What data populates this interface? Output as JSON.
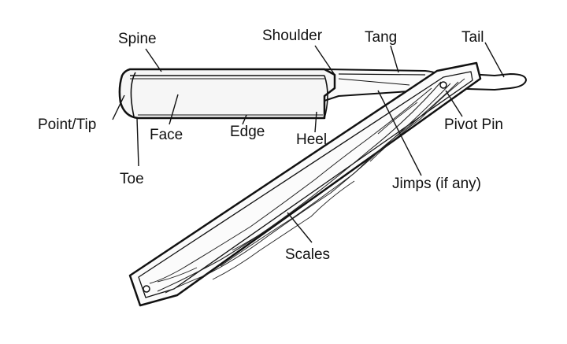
{
  "labels": {
    "spine": "Spine",
    "shoulder": "Shoulder",
    "tang": "Tang",
    "tail": "Tail",
    "point_tip": "Point/Tip",
    "face": "Face",
    "edge": "Edge",
    "heel": "Heel",
    "pivot_pin": "Pivot Pin",
    "toe": "Toe",
    "jimps": "Jimps (if any)",
    "scales": "Scales"
  },
  "colors": {
    "ink": "#111111",
    "background": "#ffffff",
    "blade_fill": "#f6f6f6",
    "scale_fill": "#fbfbfb"
  }
}
